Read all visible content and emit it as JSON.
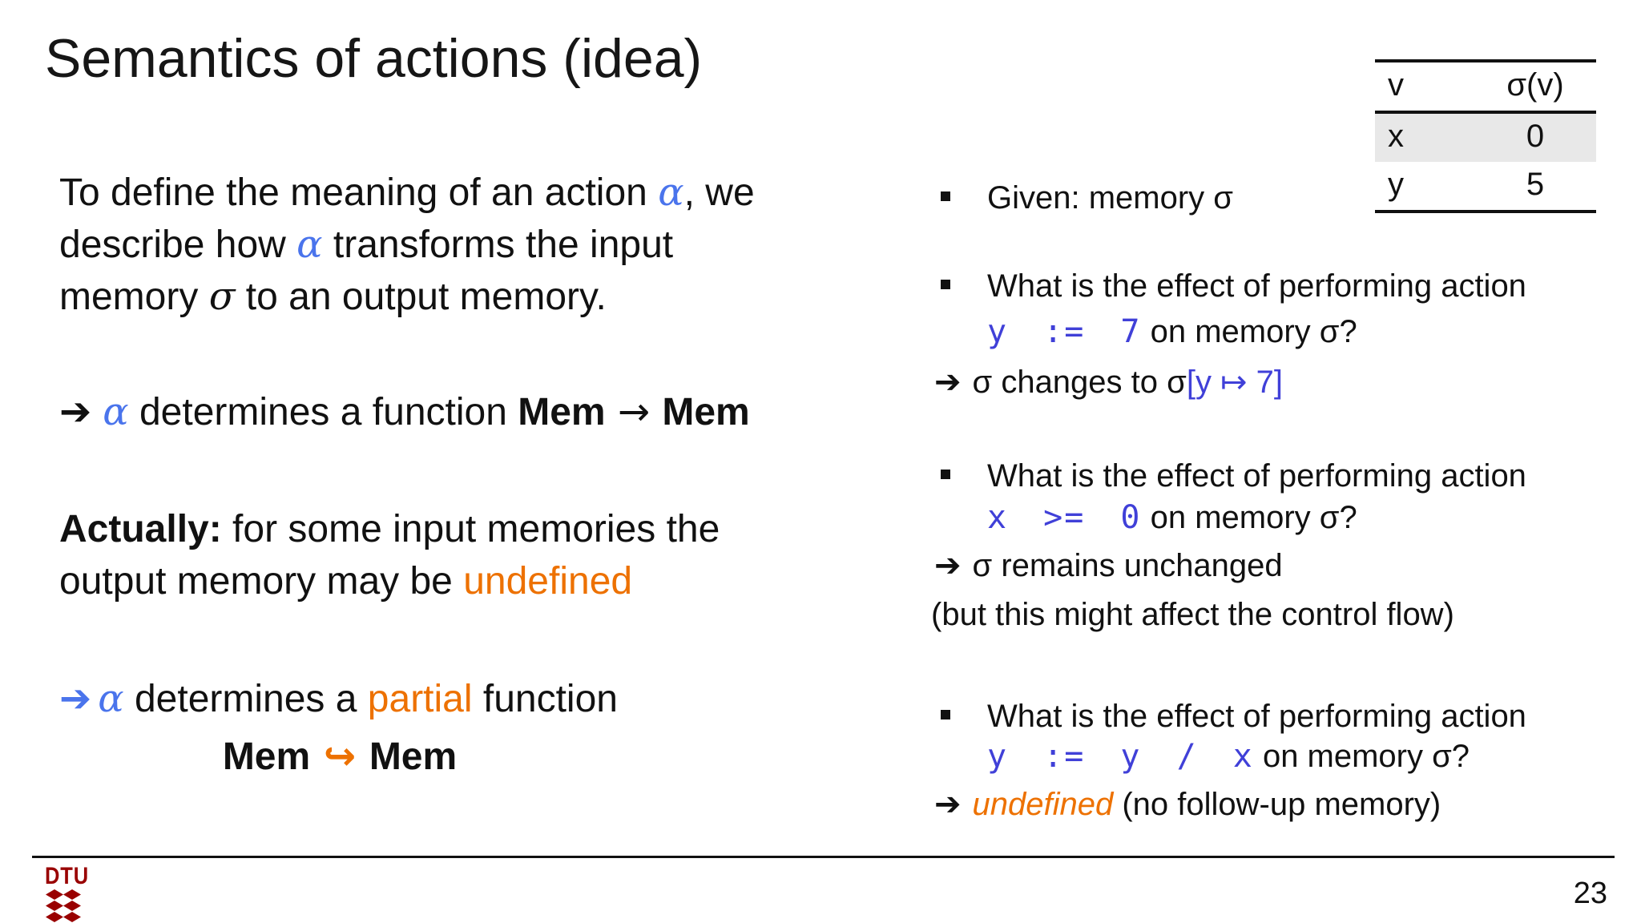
{
  "title": "Semantics of actions (idea)",
  "colors": {
    "alpha_blue": "#4a74ec",
    "code_blue": "#4040d8",
    "accent_orange": "#ed7100",
    "dtu_red": "#990000",
    "table_row_shade": "#e8e8e8"
  },
  "left": {
    "p1": {
      "l1a": "To define the meaning of an action ",
      "l1b": "α",
      "l1c": ", we",
      "l2a": "describe how ",
      "l2b": "α",
      "l2c": " transforms the input",
      "l3a": "memory ",
      "l3b": "σ",
      "l3c": " to an output memory."
    },
    "f1": {
      "arrow": "➔",
      "alpha": "α",
      "mid": " determines a function ",
      "mem1": "Mem",
      "arrow2": " → ",
      "mem2": "Mem"
    },
    "p2": {
      "bold": "Actually:",
      "l1": " for some input memories the",
      "l2a": "output memory may be ",
      "l2b": "undefined"
    },
    "f2": {
      "arrow": "➔",
      "alpha": "α",
      "mid1": " determines a ",
      "orange": "partial",
      "mid2": " function"
    },
    "f3": {
      "mem1": "Mem",
      "hook": " ↪ ",
      "mem2": "Mem"
    }
  },
  "right": {
    "given": "Given: memory σ",
    "q1": {
      "line1": "What is the effect of performing action",
      "code": "y := 7",
      "tail": " on memory σ?",
      "arrow": "➔",
      "ans_black": "σ changes to σ",
      "ans_blue": "[y ↦ 7]"
    },
    "q2": {
      "line1": "What is the effect of performing action",
      "code": "x >= 0",
      "tail": " on memory σ?",
      "arrow": "➔",
      "ans": "σ remains unchanged",
      "note": "(but this might affect the control flow)"
    },
    "q3": {
      "line1": "What is the effect of performing action",
      "code": "y := y / x",
      "tail": " on memory σ?",
      "arrow": "➔",
      "ans_orange": "undefined",
      "ans_tail": " (no follow-up memory)"
    }
  },
  "memory_table": {
    "headers": [
      "v",
      "σ(v)"
    ],
    "rows": [
      [
        "x",
        "0"
      ],
      [
        "y",
        "5"
      ]
    ]
  },
  "footer": {
    "page_number": "23",
    "logo_text": "DTU"
  }
}
